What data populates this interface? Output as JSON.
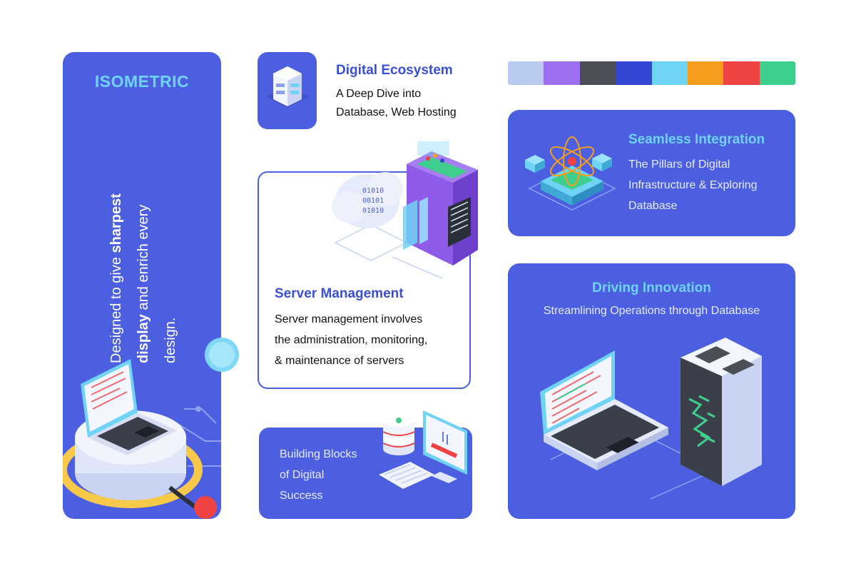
{
  "left_card": {
    "title": "ISOMETRIC",
    "text_part1": "Designed to give ",
    "text_bold1": "sharpest display",
    "text_part2": " and enrich every design."
  },
  "ecosystem": {
    "title": "Digital Ecosystem",
    "line1": "A Deep Dive into",
    "line2": "Database, Web Hosting"
  },
  "server": {
    "title": "Server Management",
    "line1": "Server management involves",
    "line2": "the administration, monitoring,",
    "line3": "& maintenance of servers",
    "binary1": "01010",
    "binary2": "00101",
    "binary3": "01010"
  },
  "blocks": {
    "line1": "Building Blocks",
    "line2": "of Digital",
    "line3": "Success"
  },
  "palette": [
    "#b8caee",
    "#9b6ff0",
    "#4a4f57",
    "#3346d3",
    "#6fd3f5",
    "#f79c1c",
    "#ef4343",
    "#3ecf8e"
  ],
  "seamless": {
    "title": "Seamless Integration",
    "line1": "The Pillars of Digital",
    "line2": "Infrastructure & Exploring",
    "line3": "Database"
  },
  "driving": {
    "title": "Driving Innovation",
    "subtitle": "Streamlining Operations through Database"
  },
  "colors": {
    "card_blue": "#4b5fe0",
    "accent_cyan": "#6fd3f5",
    "title_blue": "#3b4fd6"
  }
}
